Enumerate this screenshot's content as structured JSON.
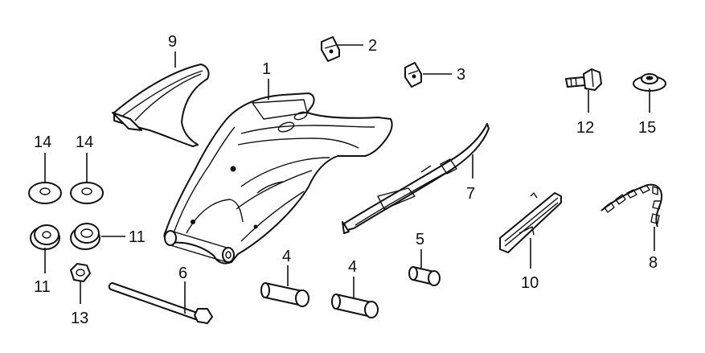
{
  "diagram": {
    "background": "#ffffff",
    "ink": "#111111",
    "callouts": {
      "p1": "1",
      "p2": "2",
      "p3": "3",
      "p4a": "4",
      "p4b": "4",
      "p5": "5",
      "p6": "6",
      "p7": "7",
      "p8": "8",
      "p9": "9",
      "p10": "10",
      "p11a": "11",
      "p11b": "11",
      "p12": "12",
      "p13": "13",
      "p14a": "14",
      "p14b": "14",
      "p15": "15"
    }
  }
}
